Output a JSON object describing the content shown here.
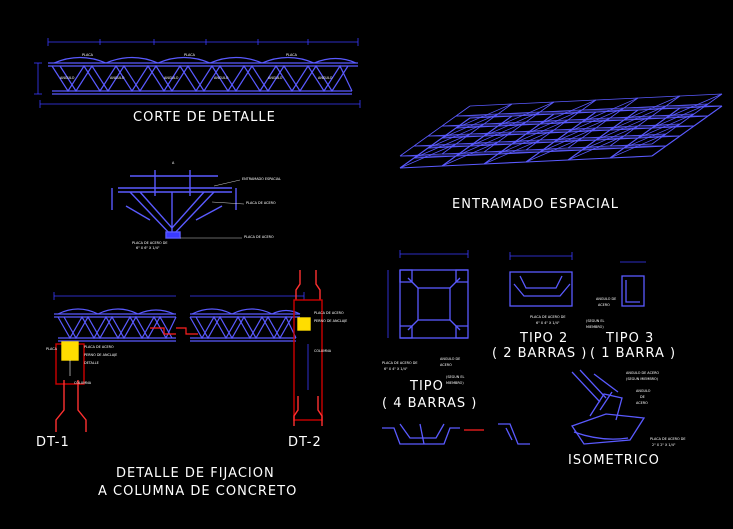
{
  "colors": {
    "background": "#000000",
    "structure": "#5a5aff",
    "dimension": "#3a3aff",
    "text": "#ffffff",
    "anchor": "#ffdd00",
    "concrete": "#ff4040",
    "red_line": "#ff2020",
    "cyan": "#00c0ff"
  },
  "titles": {
    "corte": "CORTE DE DETALLE",
    "entramado": "ENTRAMADO ESPACIAL",
    "fijacion_1": "DETALLE DE FIJACION",
    "fijacion_2": "A COLUMNA DE CONCRETO",
    "dt1": "DT-1",
    "dt2": "DT-2",
    "tipo1_a": "TIPO",
    "tipo1_b": "( 4 BARRAS )",
    "tipo2_a": "TIPO 2",
    "tipo2_b": "( 2 BARRAS )",
    "tipo3_a": "TIPO 3",
    "tipo3_b": "( 1 BARRA )",
    "isometrico": "ISOMETRICO"
  },
  "notes": {
    "placa_4": "PLACA DE ACERO DE",
    "placa_4_dim": "6\" X 4\" X 1/4\"",
    "angulo_acero": "ANGULO DE",
    "angulo_acero_2": "ACERO",
    "segun_miembro": "(SEGUN EL",
    "segun_miembro_2": "MIEMBRO)",
    "placa_2": "PLACA DE ACERO DE",
    "placa_2_dim": "6\" X 4\" X 1/4\"",
    "angulo_3": "ANGULO DE",
    "angulo_3b": "ACERO",
    "iso_angulo": "ANGULO DE ACERO",
    "iso_angulo_2": "(SEGUN MIEMBRO)",
    "iso_angulo_b": "ANGULO",
    "iso_angulo_b2": "DE",
    "iso_angulo_b3": "ACERO",
    "iso_placa": "PLACA DE ACERO DE",
    "iso_placa_dim": "2\" X 2\" X 1/4\"",
    "nodo_1": "ENTRAMADO ESPACIAL",
    "nodo_2": "PLACA DE ACERO",
    "nodo_3": "PLACA DE ACERO DE",
    "nodo_3b": "6\" X 6\" X 1/4\"",
    "corte_tag": "DETALLE",
    "dt_tag_1": "PLACA DE ACERO",
    "dt_tag_2": "PERNO DE ANCLAJE",
    "dt_tag_3": "COLUMNA"
  }
}
